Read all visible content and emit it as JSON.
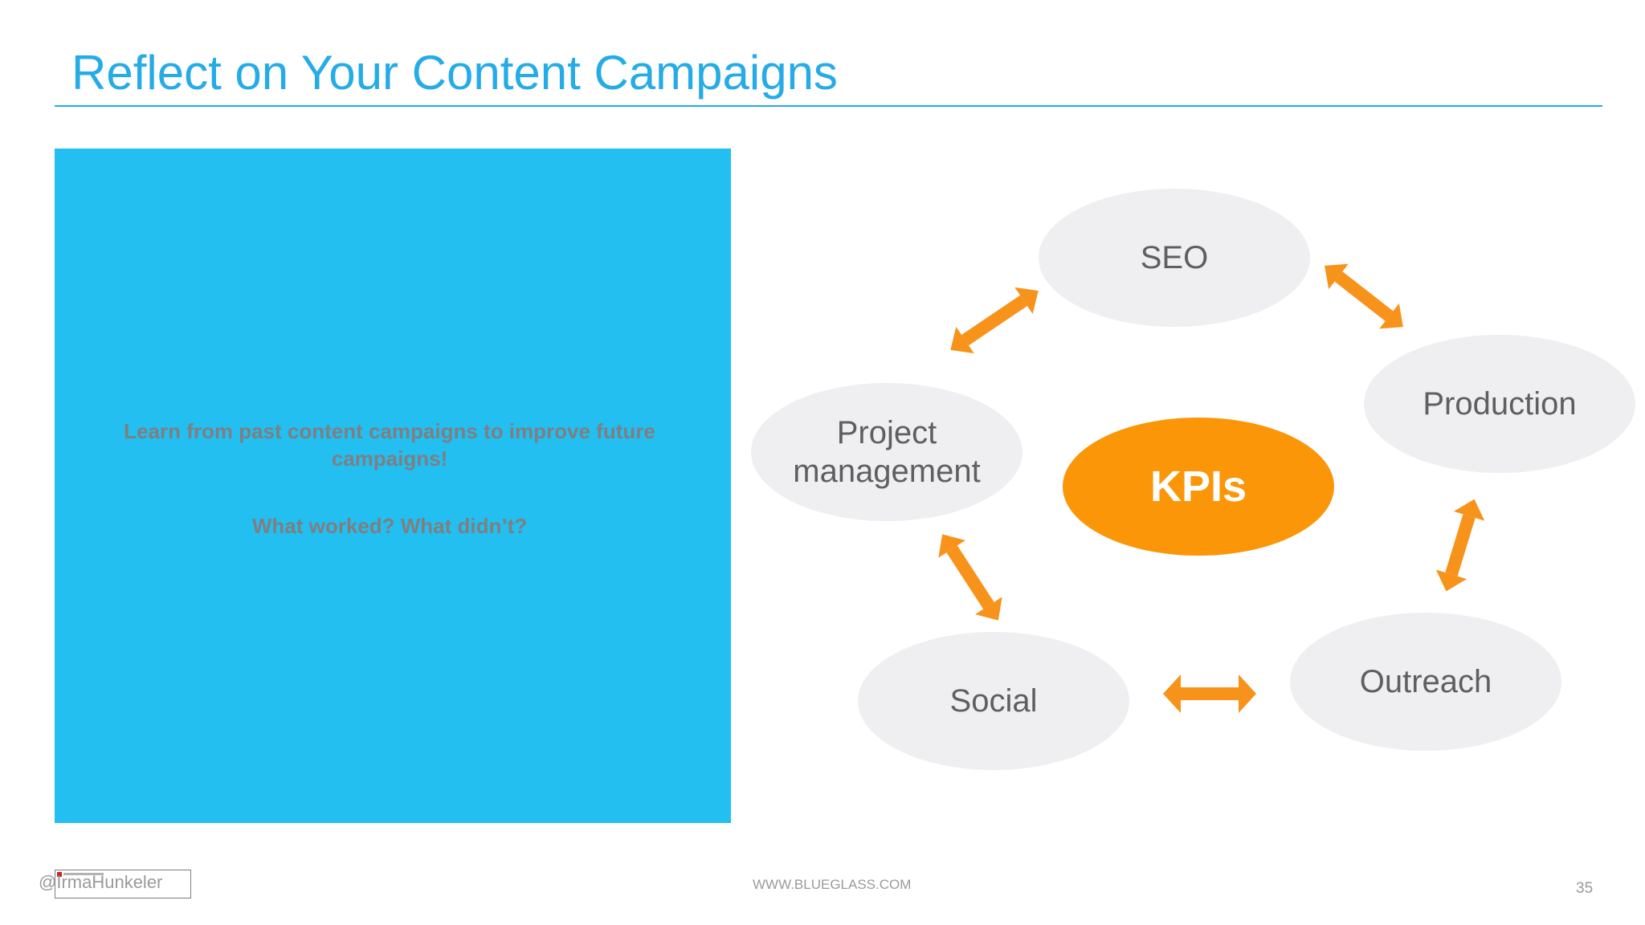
{
  "slide": {
    "title": "Reflect on Your Content Campaigns",
    "panel": {
      "line1": "Learn from past content campaigns to improve future campaigns!",
      "line2": "What worked? What didn’t?"
    },
    "diagram": {
      "center": "KPIs",
      "nodes": {
        "seo": "SEO",
        "production": "Production",
        "outreach": "Outreach",
        "social": "Social",
        "project_line1": "Project",
        "project_line2": "management"
      }
    },
    "footer": {
      "handle": "@IrmaHunkeler",
      "url": "WWW.BLUEGLASS.COM",
      "page": "35"
    },
    "colors": {
      "accent": "#25ace6",
      "panel": "#22bff0",
      "kpi": "#fa9608",
      "node": "#efeef0",
      "arrow": "#f7931a"
    }
  }
}
